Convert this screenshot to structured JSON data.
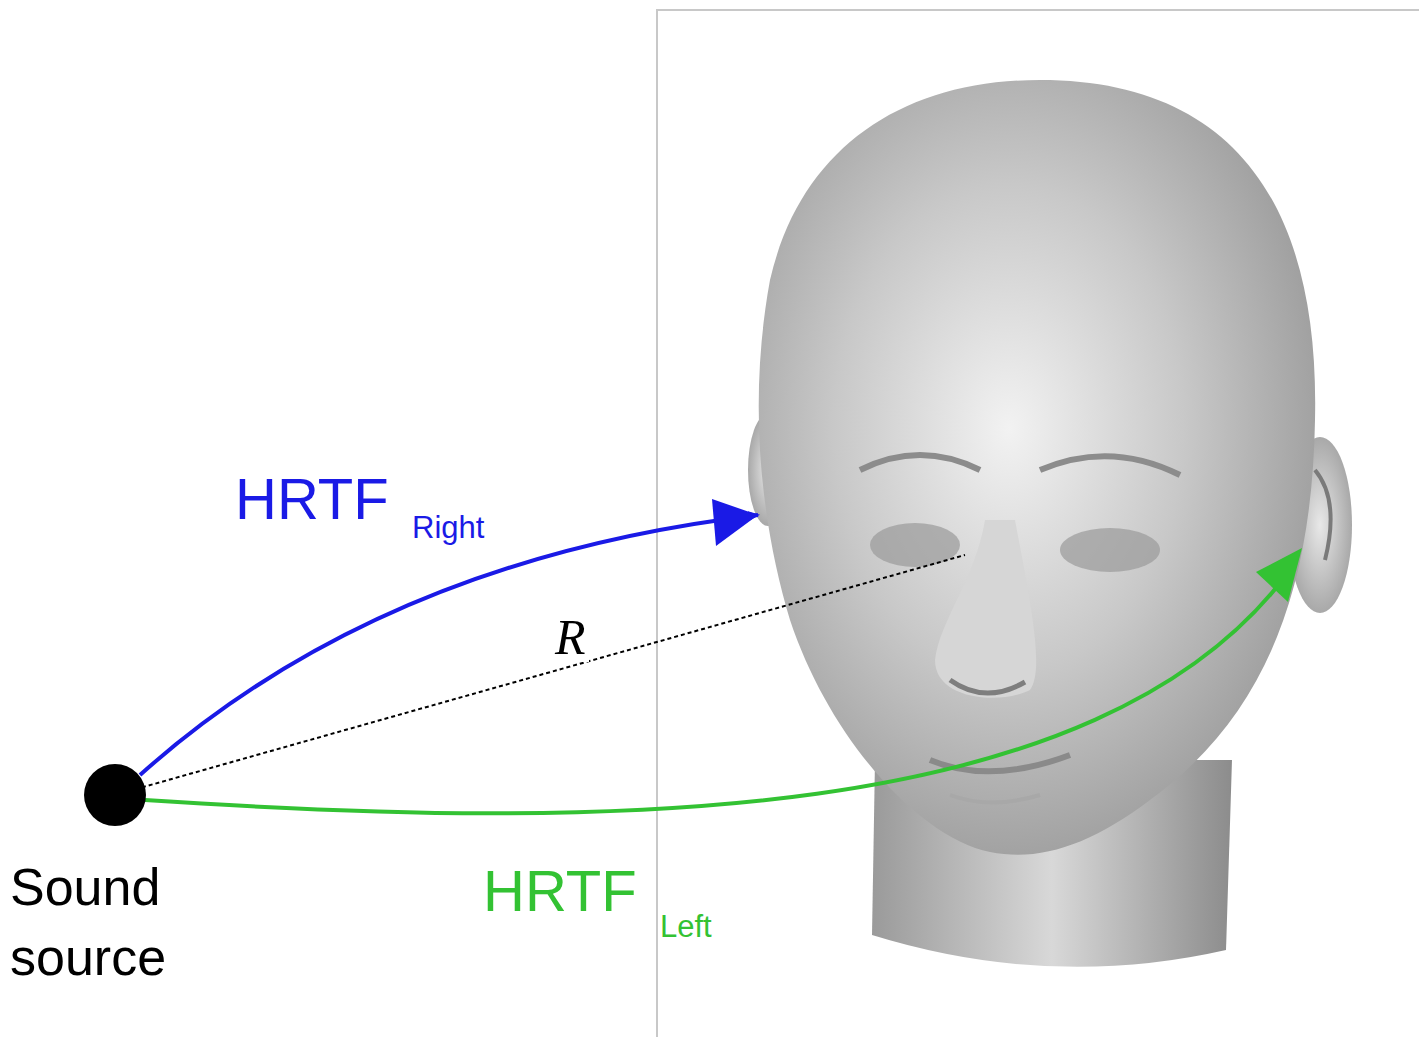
{
  "diagram": {
    "nodes": [
      {
        "text": [
          "Sound source"
        ]
      }
    ],
    "labels": [
      "HRTF",
      "Right",
      "R",
      "HRTF",
      "Left"
    ]
  }
}
